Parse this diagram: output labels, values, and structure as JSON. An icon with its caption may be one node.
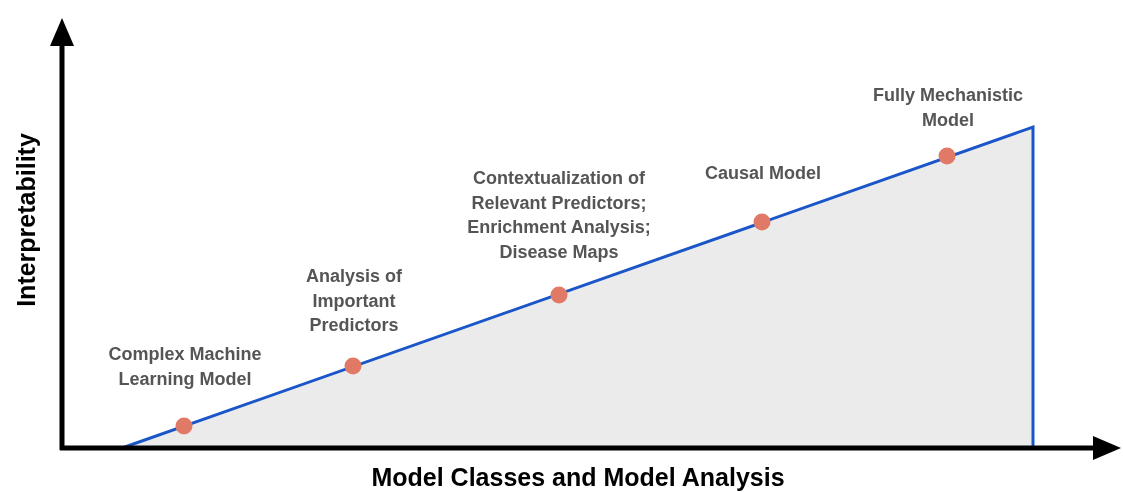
{
  "diagram": {
    "nodes": [
      {
        "text": [],
        "shape": "circle",
        "beside": [
          "Complex Machine Learning Model"
        ]
      },
      {
        "text": [],
        "shape": "circle",
        "beside": [
          "Analysis of Important Predictors"
        ]
      },
      {
        "text": [],
        "shape": "circle",
        "beside": [
          "Contextualization of Relevant Predictors; Enrichment Analysis; Disease Maps"
        ]
      },
      {
        "text": [],
        "shape": "circle",
        "beside": [
          "Causal Model"
        ]
      },
      {
        "text": [],
        "shape": "circle",
        "beside": [
          "Fully Mechanistic Model"
        ]
      }
    ],
    "edges": [],
    "labels": [
      "Interpretability",
      "Model Classes and Model Analysis"
    ]
  }
}
